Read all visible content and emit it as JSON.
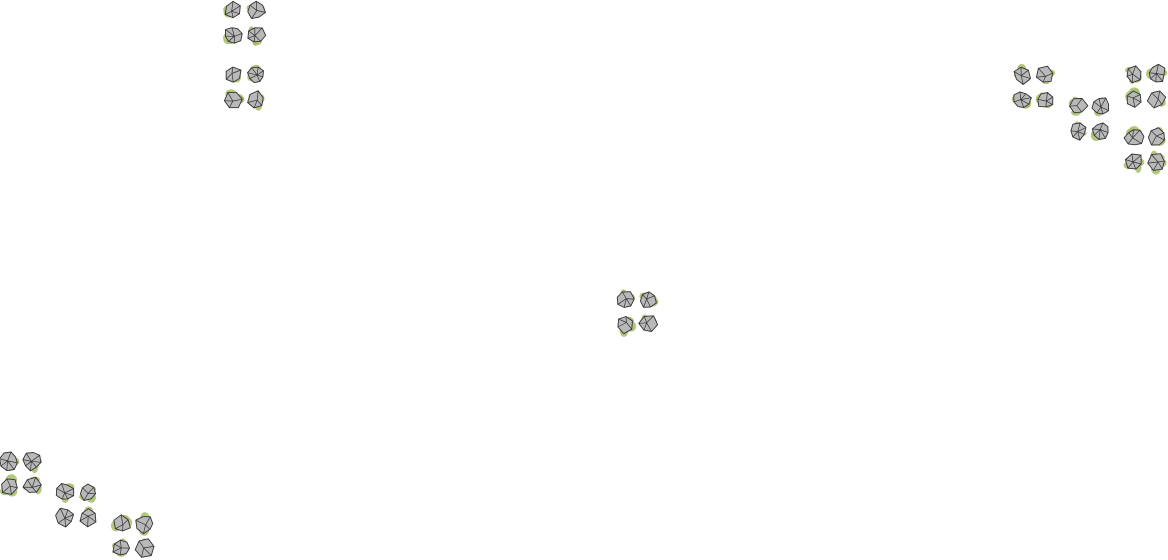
{
  "scene": {
    "background_color": "#ffffff",
    "shrub_fill_color": "#b9b9b9",
    "shrub_stroke_color": "#333333",
    "foliage_color": "#a6bd66",
    "shrub_icon": "rose-shrub-topdown-icon",
    "clusters": [
      {
        "name": "cluster-top-left-a",
        "shrub_count": 4
      },
      {
        "name": "cluster-top-left-b",
        "shrub_count": 4
      },
      {
        "name": "cluster-top-right-a",
        "shrub_count": 4
      },
      {
        "name": "cluster-top-right-b",
        "shrub_count": 4
      },
      {
        "name": "cluster-top-right-c",
        "shrub_count": 4
      },
      {
        "name": "cluster-top-right-d",
        "shrub_count": 4
      },
      {
        "name": "cluster-center",
        "shrub_count": 4
      },
      {
        "name": "cluster-bottom-left-a",
        "shrub_count": 4
      },
      {
        "name": "cluster-bottom-left-b",
        "shrub_count": 4
      },
      {
        "name": "cluster-bottom-left-c",
        "shrub_count": 4
      }
    ]
  }
}
